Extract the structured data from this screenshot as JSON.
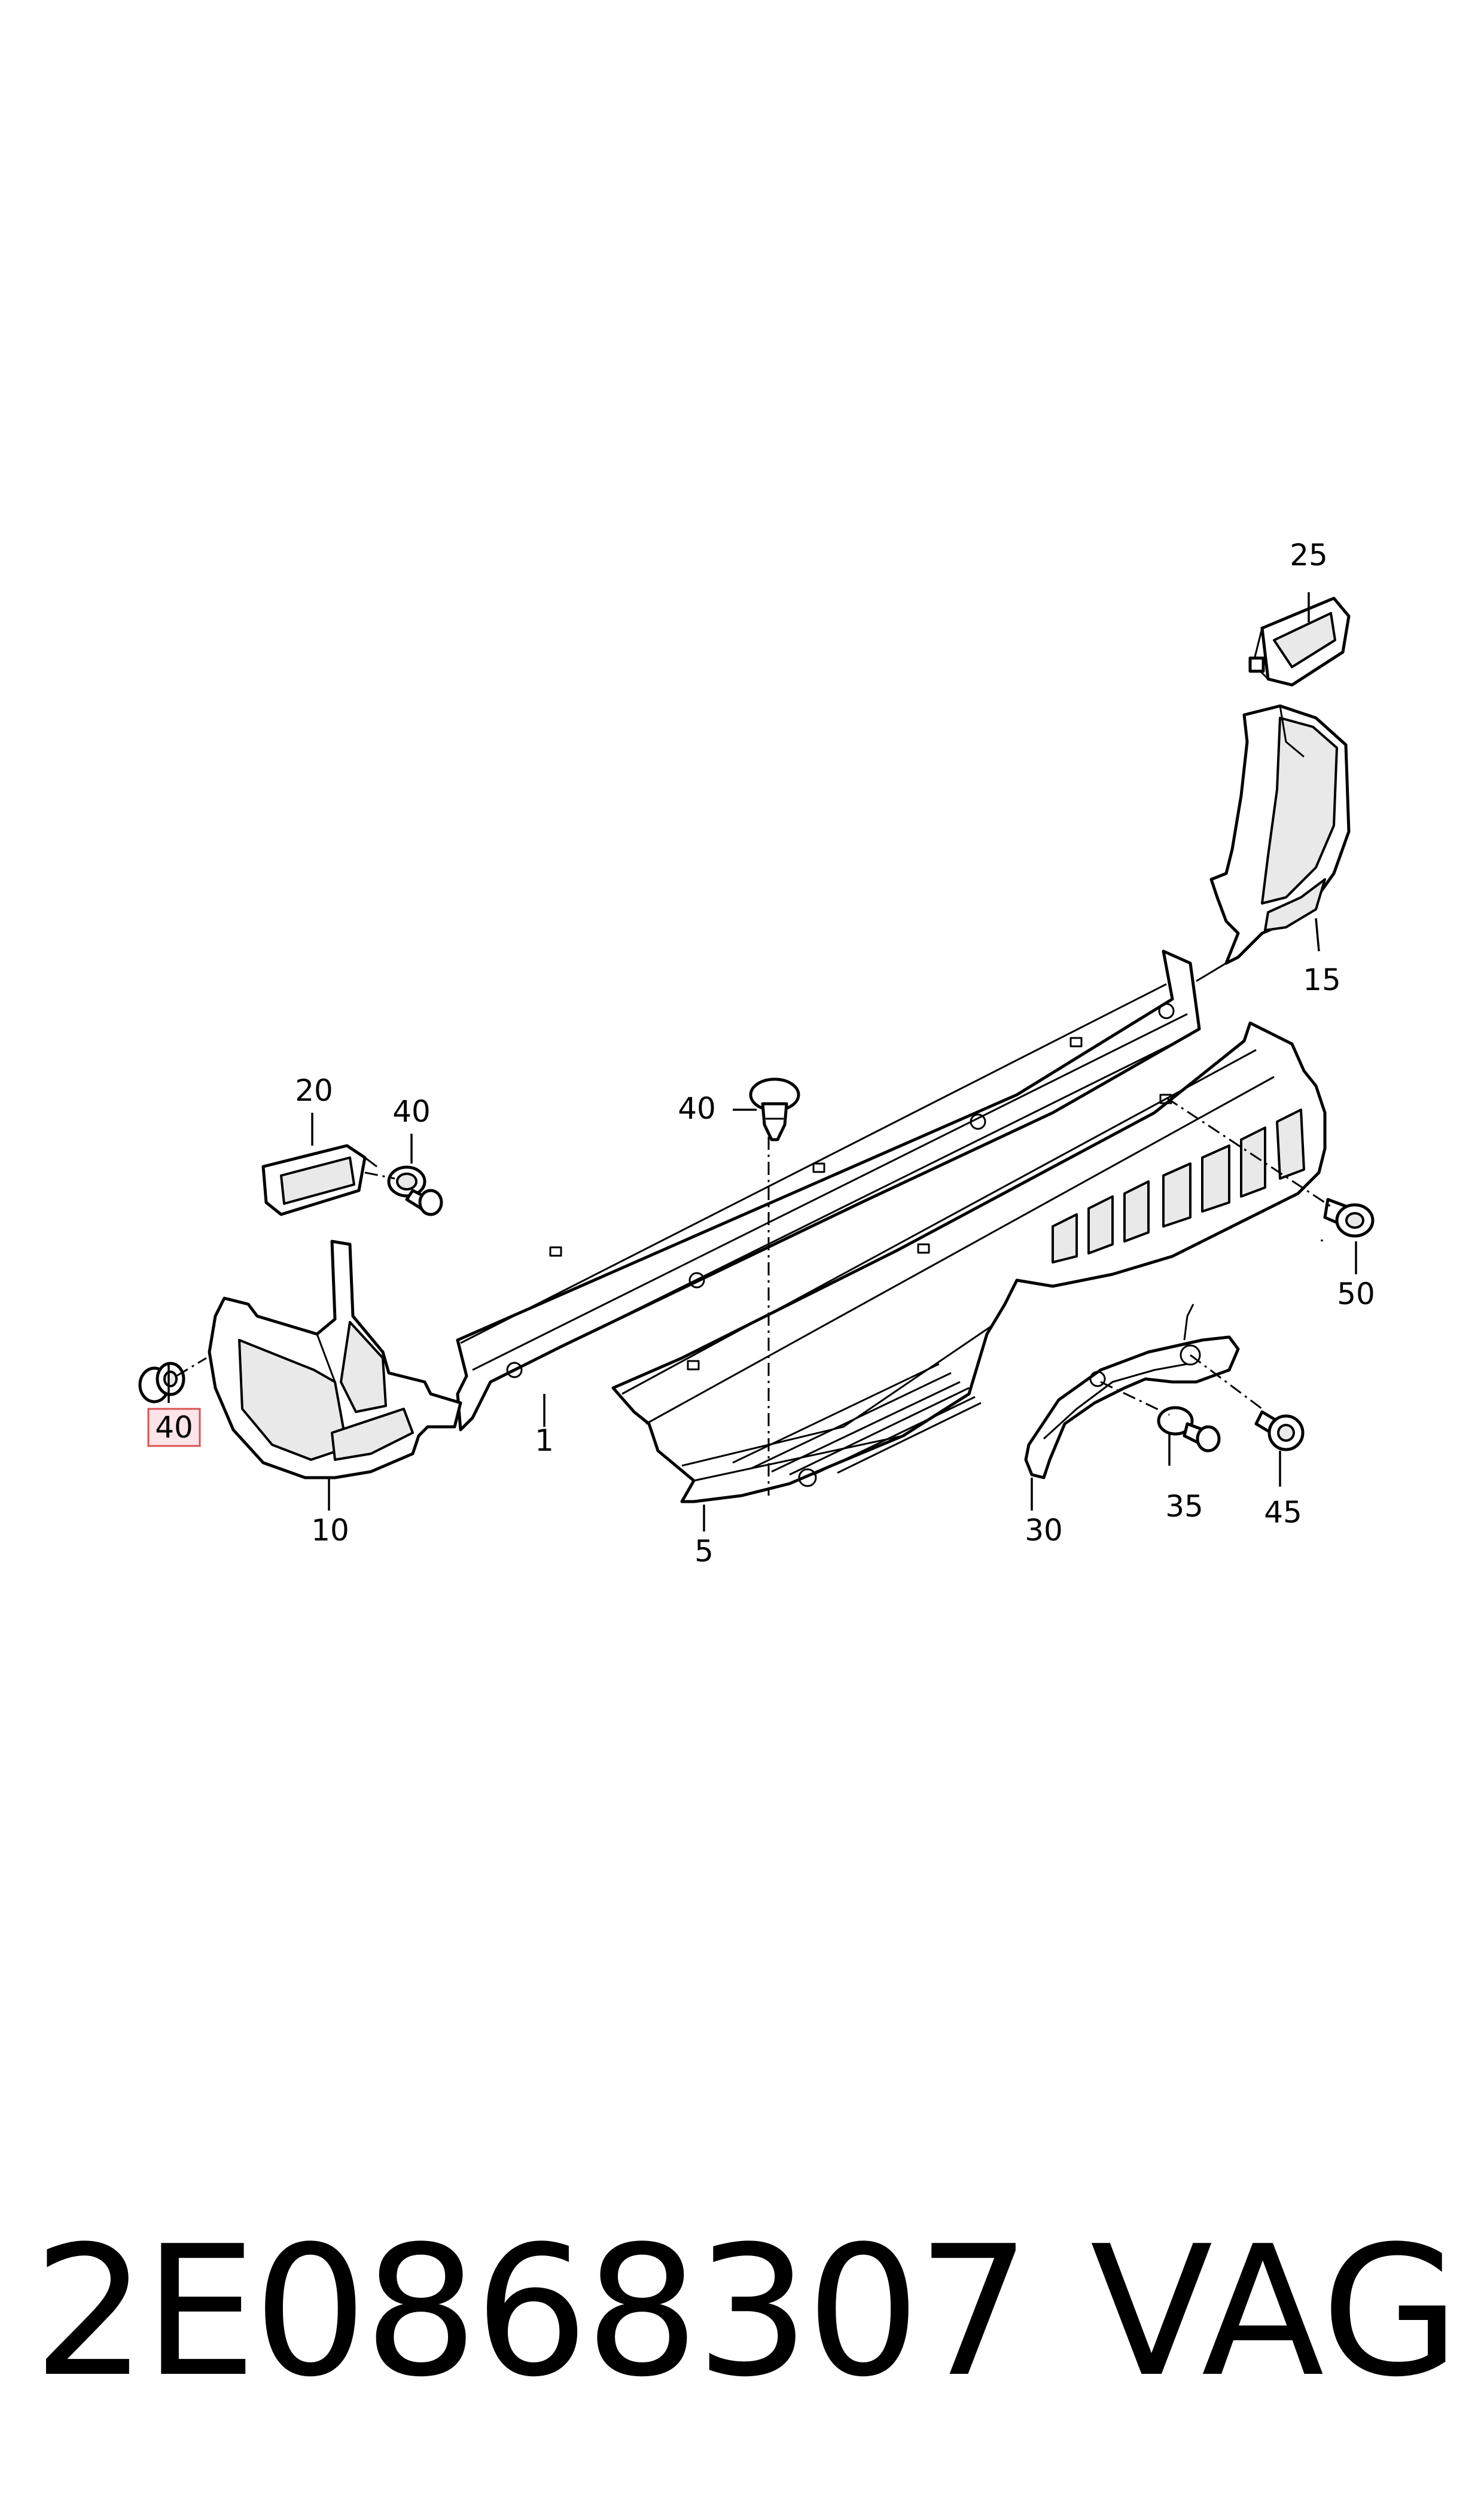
{
  "diagram": {
    "callouts": [
      {
        "id": "1",
        "text": "1"
      },
      {
        "id": "5",
        "text": "5"
      },
      {
        "id": "10",
        "text": "10"
      },
      {
        "id": "15",
        "text": "15"
      },
      {
        "id": "20",
        "text": "20"
      },
      {
        "id": "25",
        "text": "25"
      },
      {
        "id": "30",
        "text": "30"
      },
      {
        "id": "35",
        "text": "35"
      },
      {
        "id": "40a",
        "text": "40"
      },
      {
        "id": "40b",
        "text": "40"
      },
      {
        "id": "40c",
        "text": "40",
        "highlighted": true
      },
      {
        "id": "45",
        "text": "45"
      },
      {
        "id": "50",
        "text": "50"
      }
    ],
    "highlight_color": "#d9534f"
  },
  "footer": {
    "part_number": "2E0868307",
    "brand": "VAG"
  }
}
